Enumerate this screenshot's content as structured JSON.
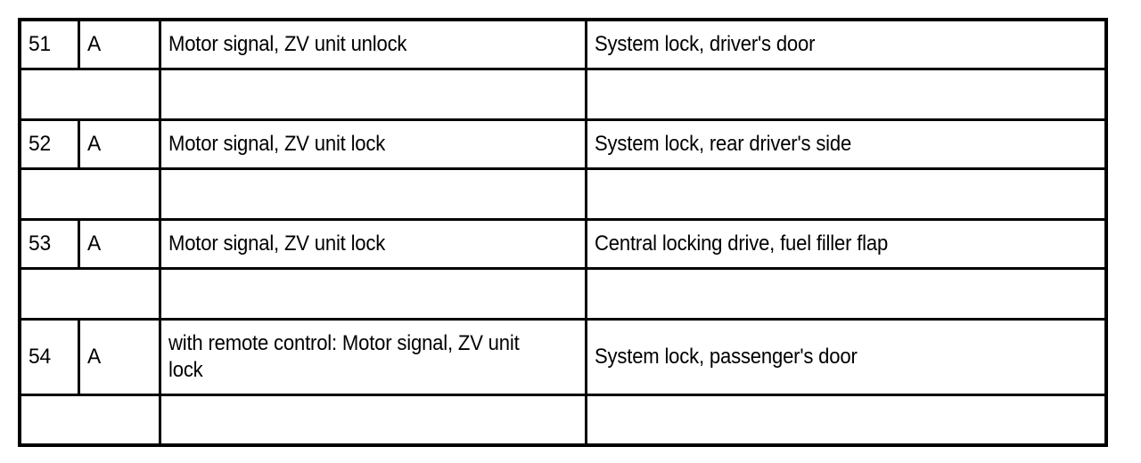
{
  "document": {
    "kind": "fuse-assignment-table",
    "background_color": "#ffffff",
    "line_color": "#000000",
    "text_color": "#000000"
  },
  "table": {
    "columns": [
      {
        "key": "number",
        "label": ""
      },
      {
        "key": "type",
        "label": ""
      },
      {
        "key": "description",
        "label": ""
      },
      {
        "key": "component",
        "label": ""
      }
    ],
    "rows": [
      {
        "kind": "data",
        "number": "51",
        "type": "A",
        "description": "Motor signal, ZV unit unlock",
        "component": "System lock, driver's door"
      },
      {
        "kind": "spacer",
        "number": "",
        "type": "",
        "description": "",
        "component": ""
      },
      {
        "kind": "data",
        "number": "52",
        "type": "A",
        "description": "Motor signal, ZV unit lock",
        "component": "System lock, rear driver's side"
      },
      {
        "kind": "spacer",
        "number": "",
        "type": "",
        "description": "",
        "component": ""
      },
      {
        "kind": "data",
        "number": "53",
        "type": "A",
        "description": "Motor signal, ZV unit lock",
        "component": "Central locking drive, fuel filler flap"
      },
      {
        "kind": "spacer",
        "number": "",
        "type": "",
        "description": "",
        "component": ""
      },
      {
        "kind": "data-tall",
        "number": "54",
        "type": "A",
        "description": "with remote control: Motor signal, ZV unit lock",
        "component": "System lock, passenger's door"
      },
      {
        "kind": "spacer",
        "number": "",
        "type": "",
        "description": "",
        "component": ""
      }
    ]
  }
}
